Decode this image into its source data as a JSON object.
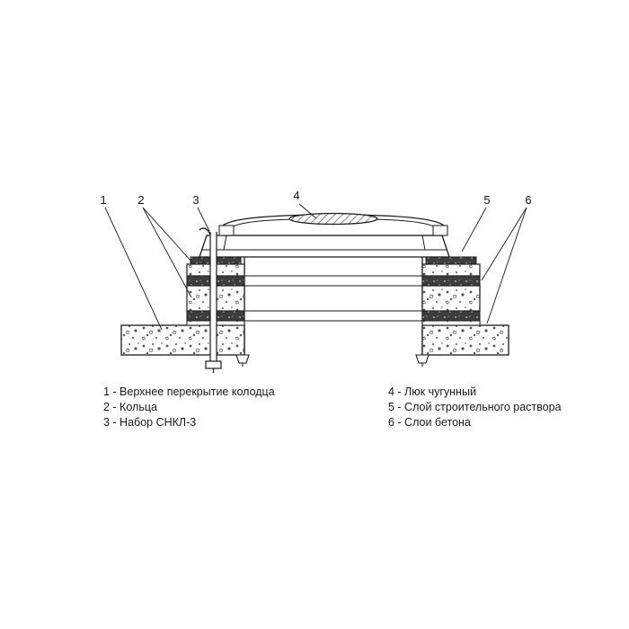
{
  "callouts": [
    "1",
    "2",
    "3",
    "4",
    "5",
    "6"
  ],
  "legend": {
    "left": [
      "1 - Верхнее перекрытие колодца",
      "2 - Кольца",
      "3 - Набор СНКЛ-3"
    ],
    "right": [
      "4 - Люк чугунный",
      "5 - Слой строительного раствора",
      "6 - Слои бетона"
    ]
  },
  "colors": {
    "line": "#1a1a1a",
    "mortar_fill": "#3d3d3d",
    "background": "#ffffff",
    "text": "#1a1a1a"
  }
}
